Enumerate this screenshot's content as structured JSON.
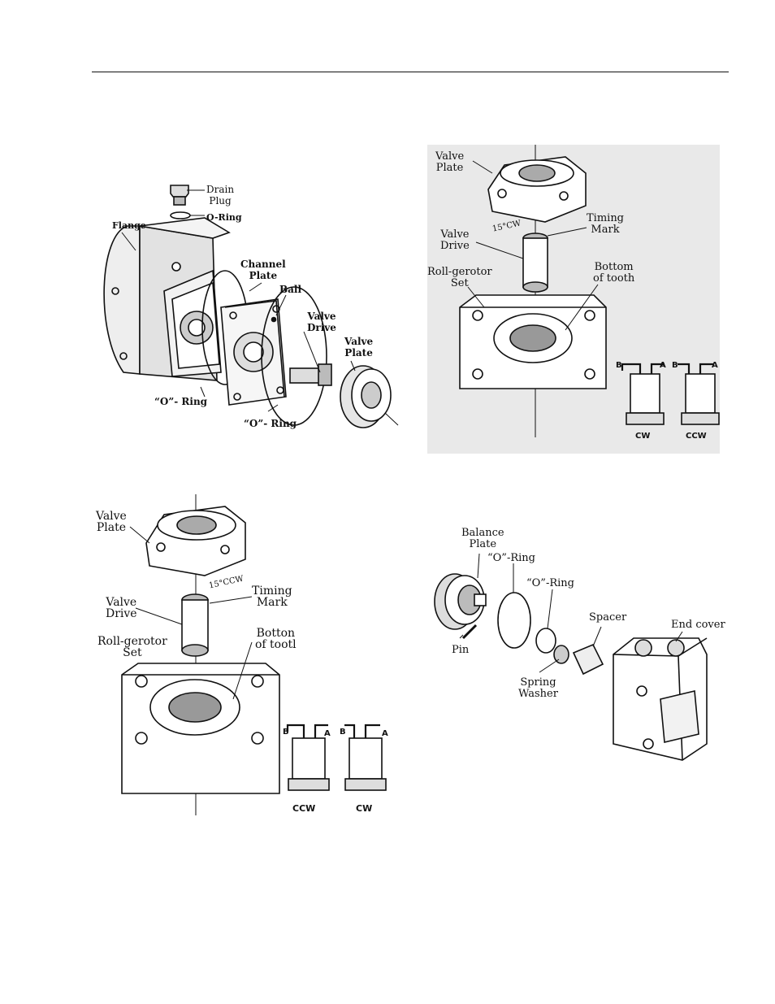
{
  "fig1": {
    "drain_plug": "Drain\nPlug",
    "o_ring_top": "O-Ring",
    "flange": "Flange",
    "channel_plate": "Channel\nPlate",
    "ball": "Ball",
    "valve_drive": "Valve\nDrive",
    "valve_plate": "Valve\nPlate",
    "o_ring_1": "“O”- Ring",
    "o_ring_2": "“O”- Ring"
  },
  "fig2": {
    "valve_plate": "Valve\nPlate",
    "angle": "15°CW",
    "timing_mark": "Timing\nMark",
    "valve_drive": "Valve\nDrive",
    "roll_gerotor": "Roll-gerotor\nSet",
    "bottom_tooth": "Bottom\nof tooth",
    "b": "B",
    "a": "A",
    "b2": "B",
    "a2": "A",
    "rot1": "CW",
    "rot2": "CCW"
  },
  "fig3": {
    "valve_plate": "Valve\nPlate",
    "angle": "15°CCW",
    "timing_mark": "Timing\nMark",
    "valve_drive": "Valve\nDrive",
    "roll_gerotor": "Roll-gerotor\nSet",
    "bottom_tooth": "Botton\nof tootl",
    "b": "B",
    "a": "A",
    "b2": "B",
    "a2": "A",
    "rot1": "CCW",
    "rot2": "CW"
  },
  "fig4": {
    "balance_plate": "Balance\nPlate",
    "o_ring_1": "“O”-Ring",
    "o_ring_2": "“O”-Ring",
    "spacer": "Spacer",
    "end_cover": "End cover",
    "pin": "Pin",
    "spring_washer": "Spring\nWasher"
  }
}
